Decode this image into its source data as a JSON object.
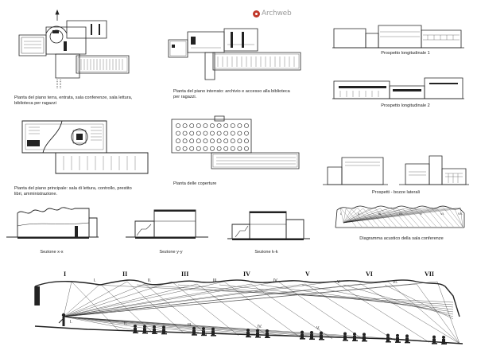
{
  "brand": {
    "name": "Archweb",
    "logo_icon": "archweb-logo-icon",
    "logo_color": "#c0392b"
  },
  "captions": {
    "ground_floor": "Pianta del piano terra, entrata, sala conferenze, sala lettura, biblioteca per ragazzi",
    "basement": "Pianta del piano interrato: archivio e accesso alla biblioteca per ragazzi.",
    "elevation_1": "Prospetto longitudinale 1",
    "elevation_2": "Prospetto longitudinale 2",
    "main_floor": "Pianta del piano principale: sala di lettura, controllo, prestito libri, amministrazione.",
    "roof": "Pianta delle coperture",
    "side_elevations": "Prospetti - bozze laterali",
    "section_xx": "Sezione x-x",
    "section_yy": "Sezione y-y",
    "section_kk": "Sezione k-k",
    "acoustic_small": "Diagramma acustico della sala conferenze"
  },
  "acoustic_zones": [
    "I",
    "II",
    "III",
    "IV",
    "V",
    "VI",
    "VII"
  ],
  "acoustic_small_labels": [
    "l.",
    "II.",
    "III.",
    "IV.",
    "V.",
    "VI.",
    "VII."
  ],
  "acoustic_sub_labels": [
    "I.",
    "II.",
    "III.",
    "IV.",
    "V.",
    "VI."
  ],
  "acoustic_floor_labels": [
    "I.",
    "II.",
    "III.",
    "IV.",
    "V."
  ],
  "ink_color": "#222222"
}
